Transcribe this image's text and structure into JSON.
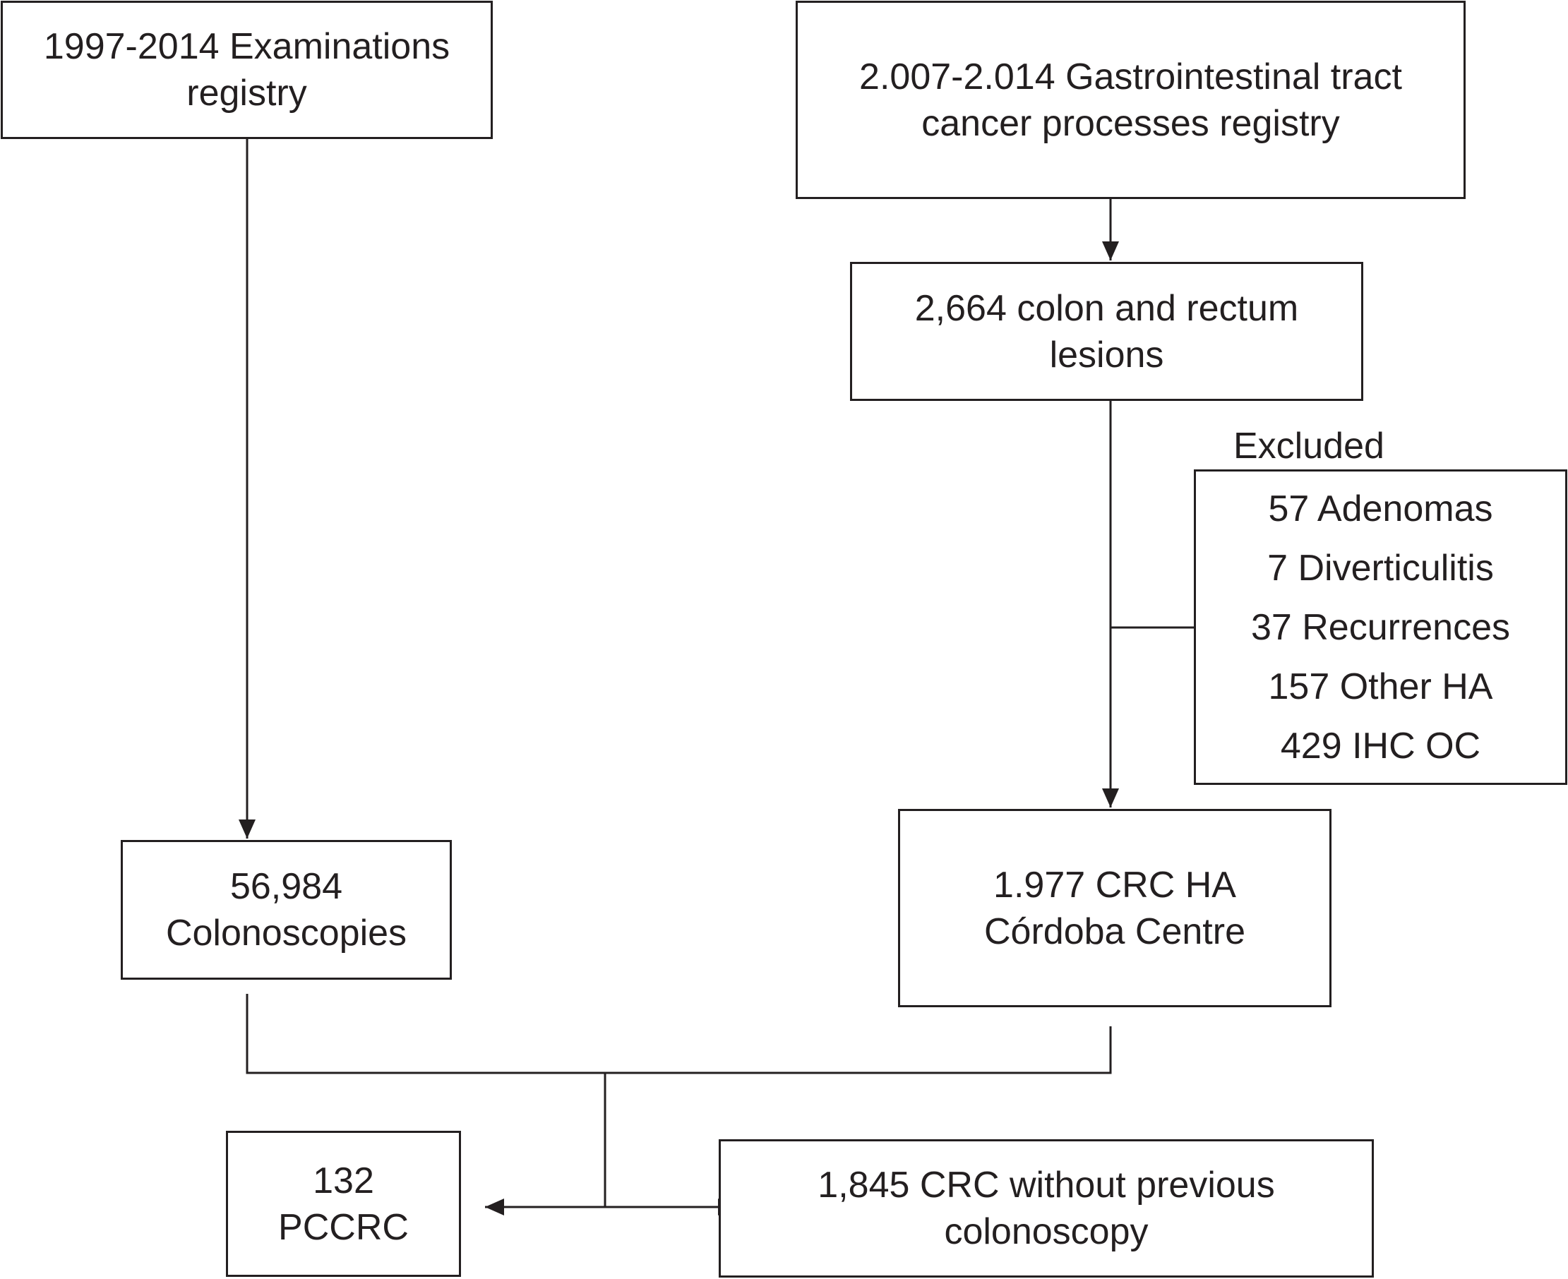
{
  "nodes": {
    "examinations_registry": {
      "lines": [
        "1997-2014 Examinations",
        "registry"
      ]
    },
    "gi_cancer_registry": {
      "lines": [
        "2.007-2.014 Gastrointestinal tract",
        "cancer processes registry"
      ]
    },
    "colon_rectum_lesions": {
      "lines": [
        "2,664 colon and rectum",
        "lesions"
      ]
    },
    "excluded": {
      "label": "Excluded",
      "items": [
        "57 Adenomas",
        "7 Diverticulitis",
        "37 Recurrences",
        "157 Other HA",
        "429 IHC OC"
      ]
    },
    "colonoscopies": {
      "lines": [
        "56,984",
        "Colonoscopies"
      ]
    },
    "crc_ha_cordoba": {
      "lines": [
        "1.977 CRC HA",
        "Córdoba Centre"
      ]
    },
    "pccrc": {
      "lines": [
        "132",
        "PCCRC"
      ]
    },
    "crc_without_colonoscopy": {
      "lines": [
        "1,845 CRC without previous",
        "colonoscopy"
      ]
    }
  },
  "colors": {
    "line": "#231f20",
    "background": "#ffffff"
  }
}
